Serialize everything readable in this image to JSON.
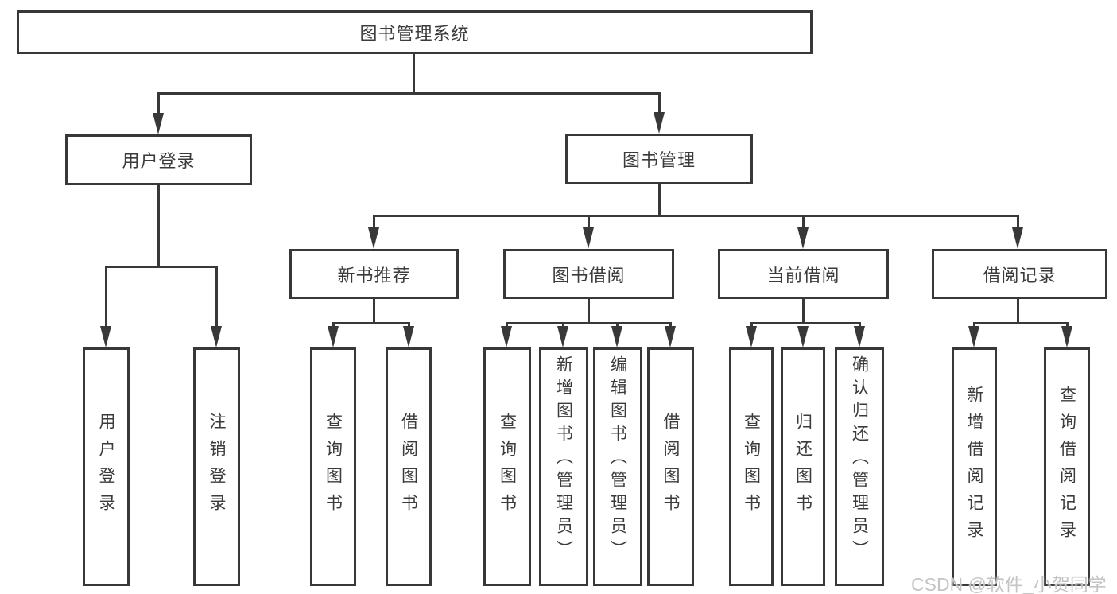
{
  "diagram": {
    "root_label": "图书管理系统",
    "level2": {
      "user_login": "用户登录",
      "book_management": "图书管理"
    },
    "level3": [
      "新书推荐",
      "图书借阅",
      "当前借阅",
      "借阅记录"
    ],
    "leaves_user_login": [
      "用户登录",
      "注销登录"
    ],
    "leaves_new_book": [
      "查询图书",
      "借阅图书"
    ],
    "leaves_book_borrow": [
      "查询图书",
      "新增图书（管理员）",
      "编辑图书（管理员）",
      "借阅图书"
    ],
    "leaves_current_borrow": [
      "查询图书",
      "归还图书",
      "确认归还（管理员）"
    ],
    "leaves_borrow_records": [
      "新增借阅记录",
      "查询借阅记录"
    ],
    "watermark": "CSDN @软件_小贺同学",
    "colors": {
      "line": "#383838",
      "text": "#3b3b3b",
      "watermark": "#c4c4c4",
      "background": "#ffffff"
    }
  }
}
